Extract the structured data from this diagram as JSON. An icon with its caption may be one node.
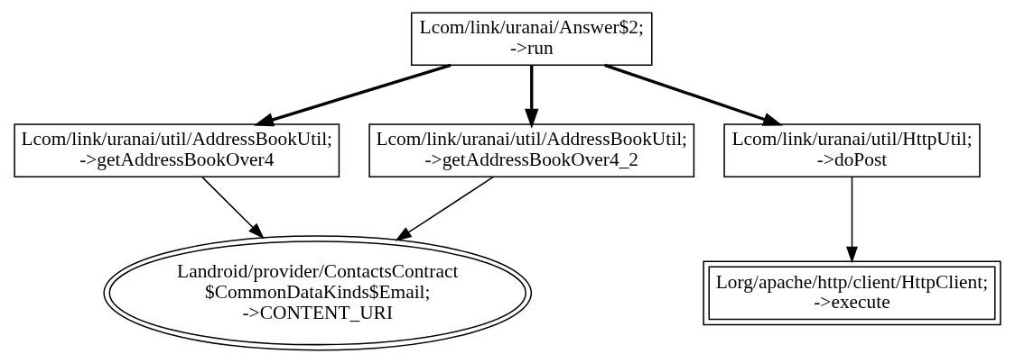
{
  "diagram": {
    "nodes": [
      {
        "text": [
          "Lcom/link/uranai/Answer$2;",
          "->run"
        ]
      },
      {
        "text": [
          "Lcom/link/uranai/util/AddressBookUtil;",
          "->getAddressBookOver4"
        ]
      },
      {
        "text": [
          "Lcom/link/uranai/util/AddressBookUtil;",
          "->getAddressBookOver4_2"
        ]
      },
      {
        "text": [
          "Lcom/link/uranai/util/HttpUtil;",
          "->doPost"
        ]
      },
      {
        "text": [
          "Landroid/provider/ContactsContract",
          "$CommonDataKinds$Email;",
          "->CONTENT_URI"
        ]
      },
      {
        "text": [
          "Lorg/apache/http/client/HttpClient;",
          "->execute"
        ]
      }
    ],
    "edges": [
      {
        "from": 0,
        "to": 1,
        "arrow": "to",
        "style": "thick"
      },
      {
        "from": 0,
        "to": 2,
        "arrow": "to",
        "style": "thick"
      },
      {
        "from": 0,
        "to": 3,
        "arrow": "to",
        "style": "thick"
      },
      {
        "from": 1,
        "to": 4,
        "arrow": "to"
      },
      {
        "from": 2,
        "to": 4,
        "arrow": "to"
      },
      {
        "from": 3,
        "to": 5,
        "arrow": "to"
      }
    ]
  }
}
